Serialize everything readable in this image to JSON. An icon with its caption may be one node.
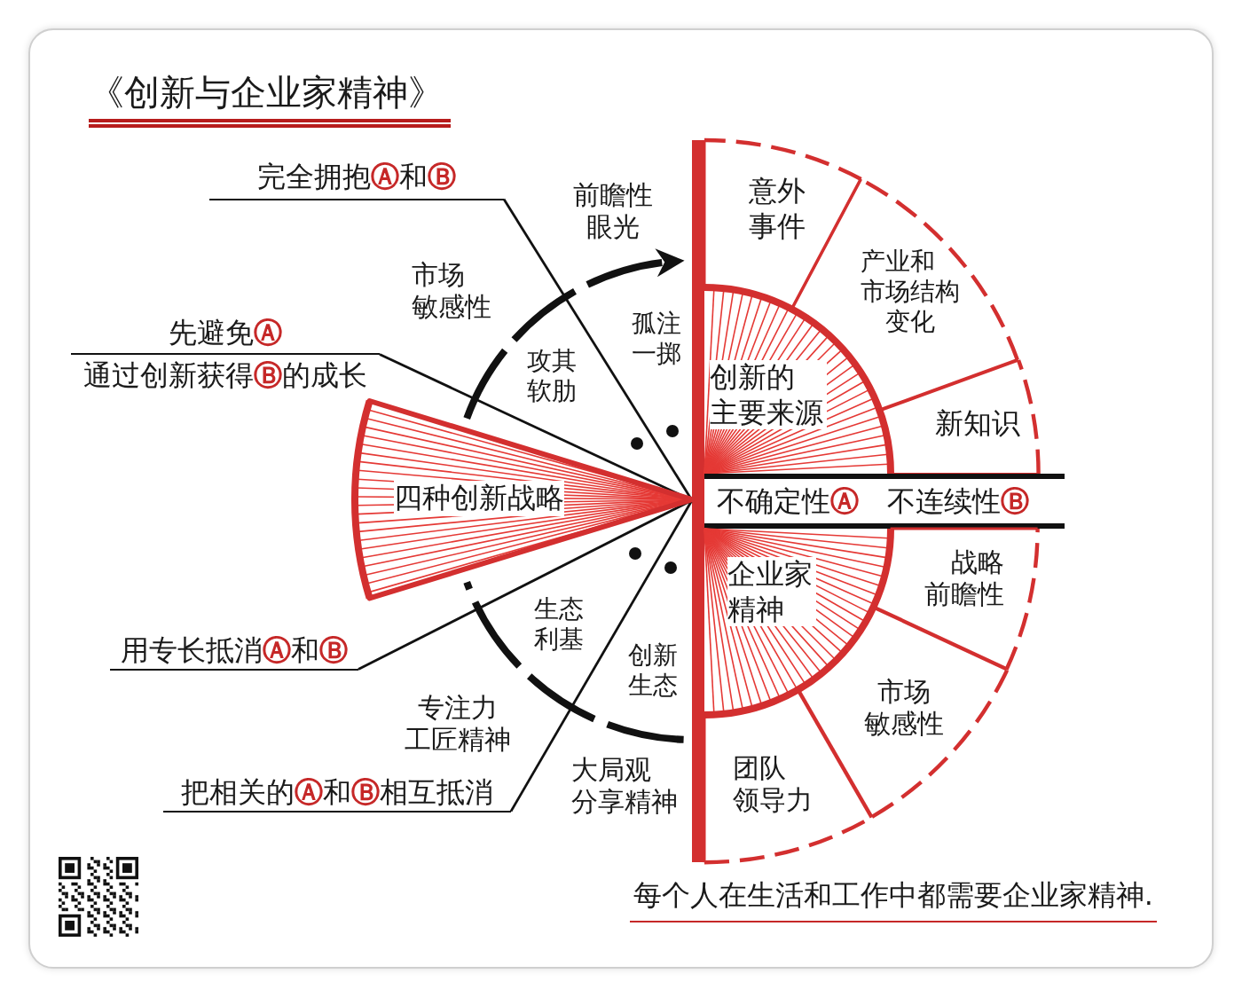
{
  "diagram": {
    "title": "《创新与企业家精神》",
    "caption": "每个人在生活和工作中都需要企业家精神.",
    "nodes": [
      {
        "text": [
          "完全拥抱**Ⓐ**和**Ⓑ**"
        ]
      },
      {
        "text": [
          "先避免**Ⓐ**",
          "通过创新获得**Ⓑ**的成长"
        ]
      },
      {
        "text": [
          "四种创新战略"
        ]
      },
      {
        "text": [
          "用专长抵消**Ⓐ**和**Ⓑ**"
        ]
      },
      {
        "text": [
          "把相关的**Ⓐ**和**Ⓑ**相互抵消"
        ]
      },
      {
        "text": [
          "创新的主要来源"
        ]
      },
      {
        "text": [
          "意外事件"
        ]
      },
      {
        "text": [
          "产业和市场结构变化"
        ]
      },
      {
        "text": [
          "新知识"
        ]
      },
      {
        "text": [
          "不确定性**Ⓐ**",
          "不连续性**Ⓑ**"
        ]
      },
      {
        "text": [
          "企业家精神"
        ]
      },
      {
        "text": [
          "战略前瞻性"
        ]
      },
      {
        "text": [
          "市场敏感性"
        ]
      },
      {
        "text": [
          "团队领导力"
        ]
      }
    ],
    "edges": [
      {
        "from": 0,
        "to": 2,
        "arrow": "none"
      },
      {
        "from": 1,
        "to": 2,
        "arrow": "none"
      },
      {
        "from": 3,
        "to": 2,
        "arrow": "none"
      },
      {
        "from": 4,
        "to": 2,
        "arrow": "none"
      }
    ],
    "labels": [
      "前瞻性眼光",
      "市场敏感性",
      "孤注一掷",
      "攻其软肋",
      "生态利基",
      "创新生态",
      "专注力工匠精神",
      "大局观分享精神"
    ]
  }
}
